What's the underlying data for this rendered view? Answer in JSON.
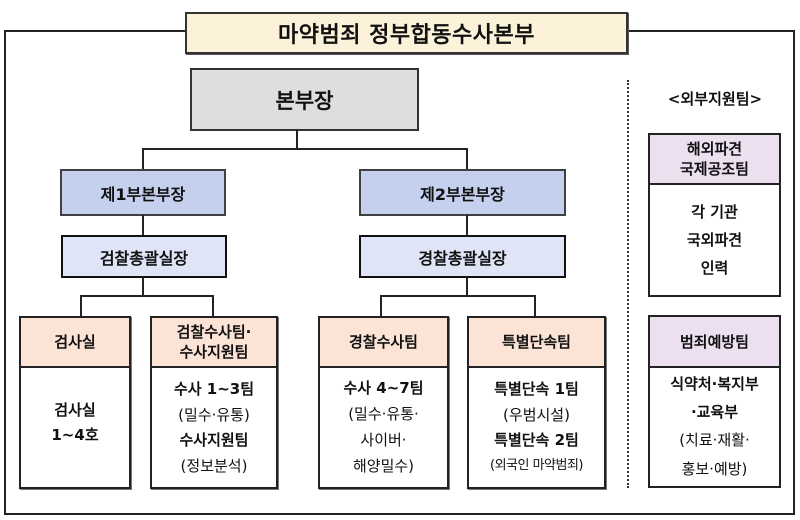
{
  "title": "마약범죄 정부합동수사본부",
  "chief": {
    "label": "본부장"
  },
  "deputies": [
    {
      "label": "제1부본부장",
      "director": "검찰총괄실장"
    },
    {
      "label": "제2부본부장",
      "director": "경찰총괄실장"
    }
  ],
  "teams": [
    {
      "header": [
        "검사실"
      ],
      "body": [
        {
          "text": "검사실",
          "bold": true
        },
        {
          "text": "1~4호",
          "bold": true
        }
      ]
    },
    {
      "header": [
        "검찰수사팀·",
        "수사지원팀"
      ],
      "body": [
        {
          "text": "수사  1~3팀",
          "bold": true
        },
        {
          "text": "(밀수·유통)",
          "bold": false
        },
        {
          "text": "수사지원팀",
          "bold": true
        },
        {
          "text": "(정보분석)",
          "bold": false
        }
      ]
    },
    {
      "header": [
        "경찰수사팀"
      ],
      "body": [
        {
          "text": "수사  4~7팀",
          "bold": true
        },
        {
          "text": "(밀수·유통·",
          "bold": false
        },
        {
          "text": "사이버·",
          "bold": false
        },
        {
          "text": "해양밀수)",
          "bold": false
        }
      ]
    },
    {
      "header": [
        "특별단속팀"
      ],
      "body": [
        {
          "text": "특별단속  1팀",
          "bold": true
        },
        {
          "text": "(우범시설)",
          "bold": false
        },
        {
          "text": "특별단속  2팀",
          "bold": true
        },
        {
          "text": "(외국인 마약범죄)",
          "bold": false
        }
      ]
    }
  ],
  "external": {
    "label": "<외부지원팀>",
    "teams": [
      {
        "header": [
          "해외파견",
          "국제공조팀"
        ],
        "body": [
          {
            "text": "각  기관",
            "bold": true
          },
          {
            "text": "국외파견",
            "bold": true
          },
          {
            "text": "인력",
            "bold": true
          }
        ]
      },
      {
        "header": [
          "범죄예방팀"
        ],
        "body": [
          {
            "text": "식약처·복지부",
            "bold": true
          },
          {
            "text": "·교육부",
            "bold": true
          },
          {
            "text": "(치료·재활·",
            "bold": false
          },
          {
            "text": "홍보·예방)",
            "bold": false
          }
        ]
      }
    ]
  },
  "colors": {
    "title_fill": "#fbf2d9",
    "chief_fill": "#dedede",
    "deputy_fill": "#c5d0ee",
    "director_fill": "#dfe5f7",
    "team_header_fill": "#fbe3d6",
    "external_header_fill": "#ebdff0"
  }
}
